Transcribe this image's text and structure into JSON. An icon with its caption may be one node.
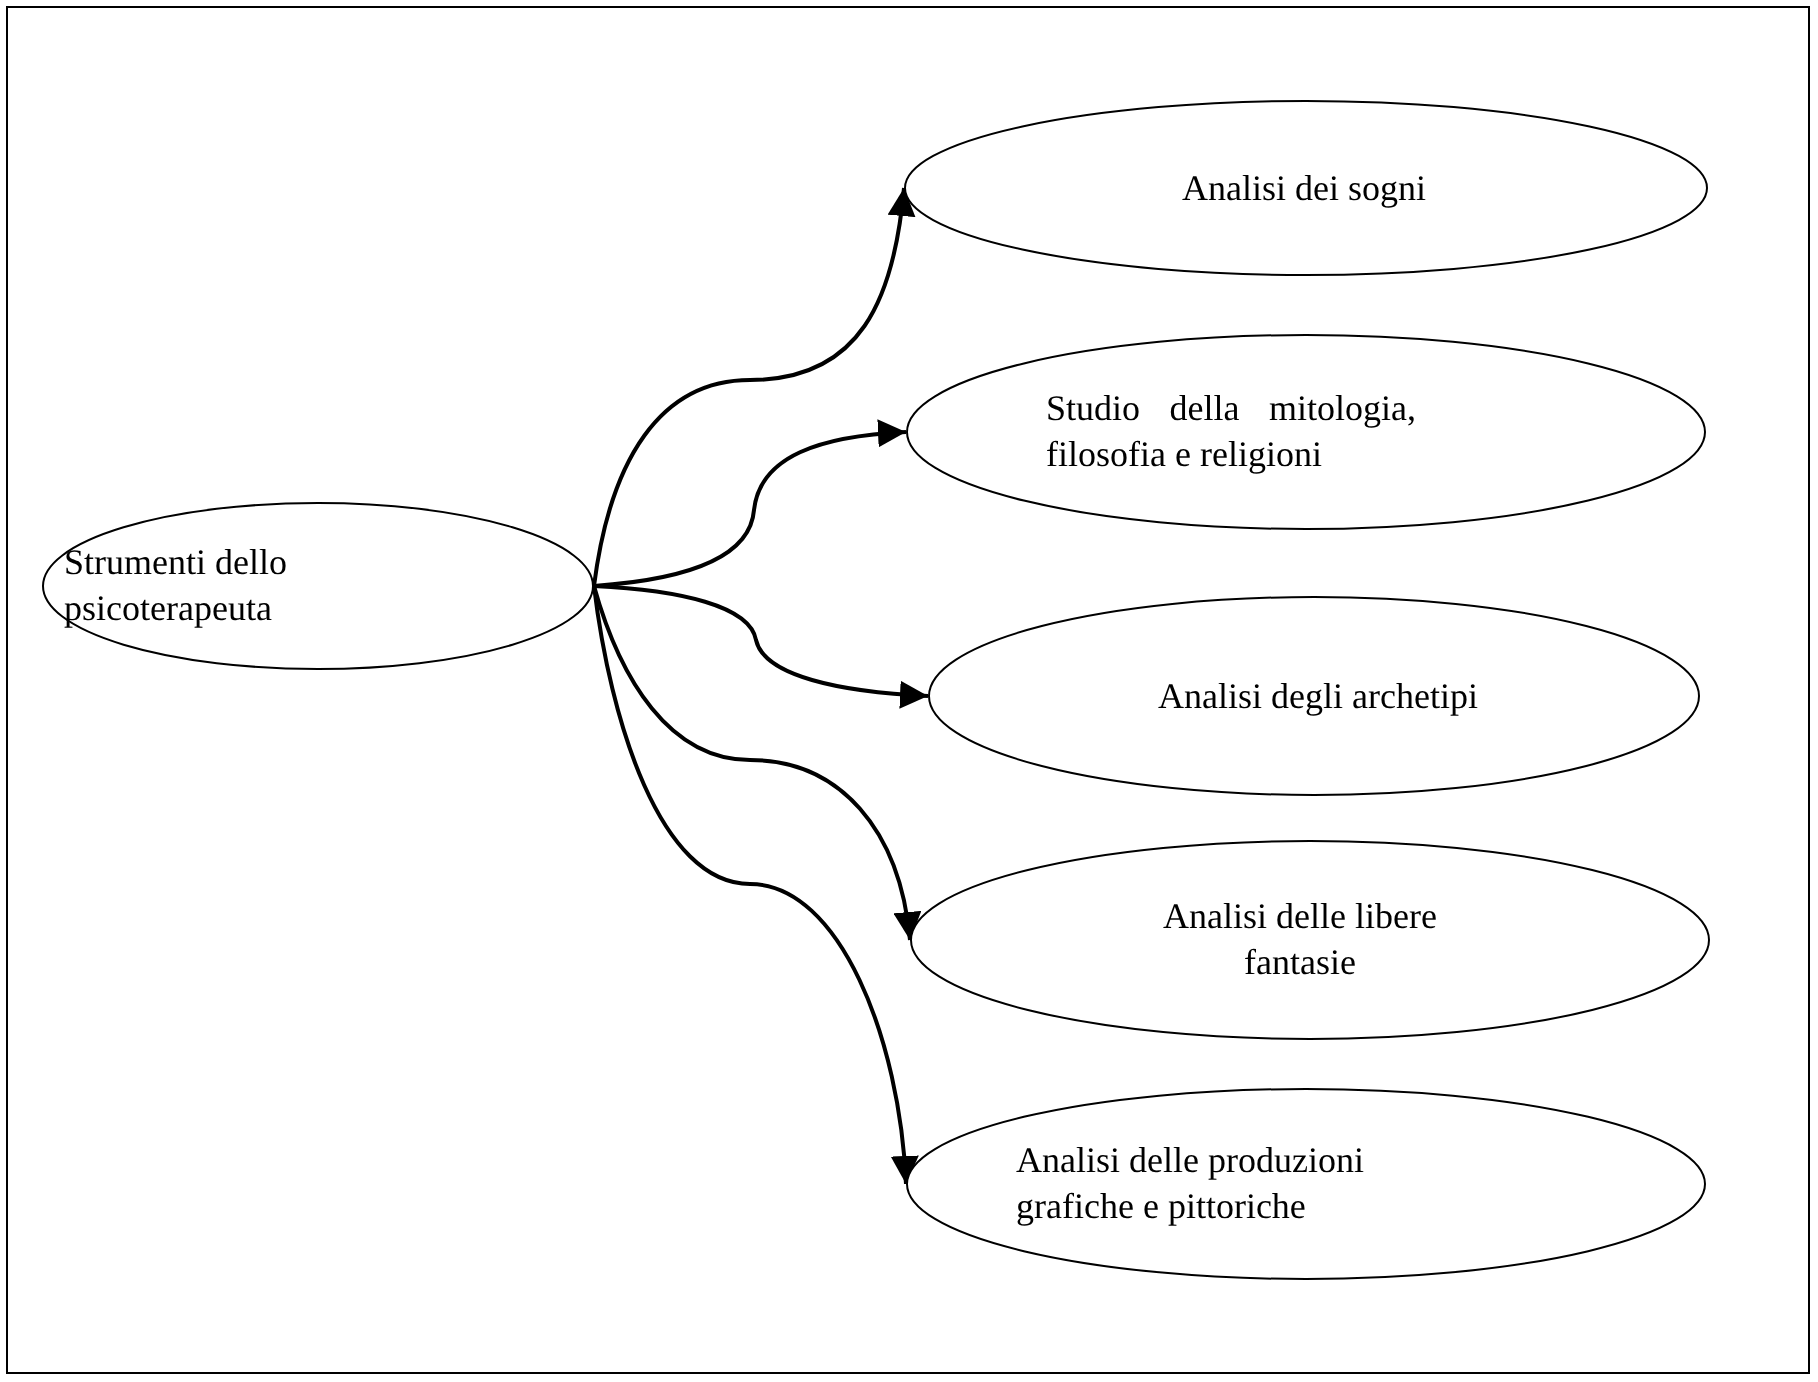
{
  "diagram": {
    "nodes": [
      {
        "text": [
          "Strumenti dello psicoterapeuta"
        ]
      },
      {
        "text": [
          "Analisi dei sogni"
        ]
      },
      {
        "text": [
          "Studio della mitologia, filosofia e religioni"
        ]
      },
      {
        "text": [
          "Analisi degli archetipi"
        ]
      },
      {
        "text": [
          "Analisi delle libere fantasie"
        ]
      },
      {
        "text": [
          "Analisi delle produzioni grafiche e pittoriche"
        ]
      }
    ],
    "edges": [
      {
        "from": 0,
        "to": 1,
        "arrow": "to"
      },
      {
        "from": 0,
        "to": 2,
        "arrow": "to"
      },
      {
        "from": 0,
        "to": 3,
        "arrow": "to"
      },
      {
        "from": 0,
        "to": 4,
        "arrow": "to"
      },
      {
        "from": 0,
        "to": 5,
        "arrow": "to"
      }
    ]
  }
}
